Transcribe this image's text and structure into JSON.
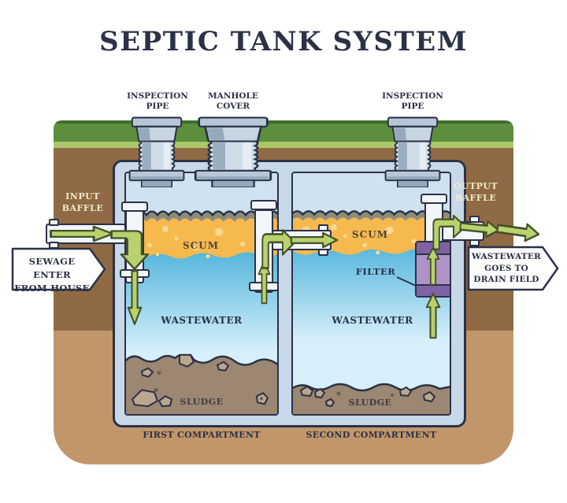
{
  "title": "SEPTIC TANK SYSTEM",
  "top_labels": [
    {
      "line1": "INSPECTION",
      "line2": "PIPE"
    },
    {
      "line1": "MANHOLE",
      "line2": "COVER"
    },
    {
      "line1": "INSPECTION",
      "line2": "PIPE"
    }
  ],
  "baffles": {
    "input": {
      "line1": "INPUT",
      "line2": "BAFFLE"
    },
    "output": {
      "line1": "OUTPUT",
      "line2": "BAFFLE"
    }
  },
  "callouts": {
    "left": {
      "line1": "SEWAGE ENTER",
      "line2": "FROM HOUSE"
    },
    "right": {
      "line1": "WASTEWATER",
      "line2": "GOES TO",
      "line3": "DRAIN FIELD"
    }
  },
  "compartments": [
    {
      "scum": "SCUM",
      "wastewater": "WASTEWATER",
      "sludge": "SLUDGE",
      "caption": "FIRST COMPARTMENT"
    },
    {
      "scum": "SCUM",
      "wastewater": "WASTEWATER",
      "sludge": "SLUDGE",
      "caption": "SECOND COMPARTMENT",
      "filter": "FILTER"
    }
  ],
  "colors": {
    "navy": "#2b3147",
    "pipe": "#f2f6f8",
    "green": "#b8d26d",
    "greendark": "#45502c",
    "scum": "#f6b94e",
    "scumwave": "#8d8c7a",
    "bubble": "#fbd98f",
    "watertop": "#55b6dc",
    "waterbottom": "#d6effa",
    "wall": "#c7d9e8",
    "compbg": "#cfe2ef",
    "sludge": "#9b8772",
    "rock": "#b9a88f",
    "grass": "#5c8e3d",
    "grasslight": "#abc76a",
    "grasstop": "#3f6c2c",
    "soildark": "#8f6a45",
    "soillight": "#c2966b",
    "filterbody": "#af93c6",
    "filtercap": "#7e62a4",
    "cream": "#f2e9cc",
    "risercap": "#b6c8d6",
    "riserbody": "#c6d5e2",
    "risershade": "#94a9bb"
  }
}
